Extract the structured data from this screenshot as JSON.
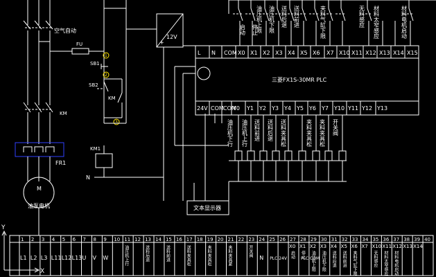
{
  "motor_circuit": {
    "air_switch_label": "空气自动",
    "contactor_label": "KM",
    "fuse_label": "FU",
    "fr_label": "FR1",
    "motor_symbol": "M",
    "motor_caption": "油泵电机"
  },
  "control_circuit": {
    "sb1_label": "SB1",
    "sb2_label": "SB2",
    "km_contact_label": "KM",
    "coil_label": "KM1",
    "neutral_label": "N",
    "node_1": "1",
    "node_2": "2",
    "node_3": "3"
  },
  "power_supply": {
    "label": "12V"
  },
  "plc": {
    "model": "三菱FX1S-30MR   PLC",
    "input_terminals": [
      "L",
      "N",
      "COM",
      "X0",
      "X1",
      "X2",
      "X3",
      "X4",
      "X5",
      "X6",
      "X7",
      "X10",
      "X11",
      "X12",
      "X13",
      "X14",
      "X15"
    ],
    "output_terminals": [
      "24V",
      "COM",
      "COM",
      "Y0",
      "Y1",
      "Y2",
      "Y3",
      "Y4",
      "Y5",
      "Y6",
      "Y7",
      "Y10",
      "Y11",
      "Y12",
      "Y13"
    ],
    "input_labels": [
      "启动",
      "停止",
      "油压机上限",
      "油压机下限",
      "送料后退",
      "送料前进",
      "夹料气缸下限",
      "",
      "无料感应",
      "材料太窄感应",
      "材料电机启动",
      ""
    ],
    "output_labels": [
      "油压机下行",
      "油压机上行",
      "送料前进",
      "送料后退",
      "送料夹具松",
      "夹料夹具松",
      "夹料夹具松",
      "开关阀"
    ],
    "display_label": "文本显示器"
  },
  "footer": {
    "column_numbers": [
      "1",
      "2",
      "3",
      "4",
      "5",
      "6",
      "7",
      "8",
      "9",
      "10",
      "11",
      "12",
      "13",
      "14",
      "15",
      "16",
      "17",
      "18",
      "19",
      "20",
      "21",
      "22",
      "23",
      "24",
      "25",
      "26",
      "27",
      "28",
      "29",
      "30",
      "31",
      "32",
      "33",
      "34",
      "35",
      "36",
      "37",
      "38",
      "39",
      "40"
    ],
    "main_terminals": [
      "L1",
      "L2",
      "L3",
      "L11",
      "L12",
      "L13",
      "U",
      "V",
      "W"
    ],
    "groups": [
      {
        "text": "油压机上行"
      },
      {
        "text": "送料后退"
      },
      {
        "text": "送料前进"
      },
      {
        "text": "送料夹具松"
      },
      {
        "text": "夹料夹具松"
      },
      {
        "text": "夹料夹具紧"
      },
      {
        "text": "开关阀"
      },
      {
        "text": "N"
      },
      {
        "text": "PLC 24V"
      },
      {
        "text": "PLC COM"
      }
    ],
    "x_terminals": [
      "X0",
      "X1",
      "X2",
      "X3",
      "X4",
      "X5",
      "X6",
      "X7",
      "X10",
      "X11",
      "X12",
      "X13",
      "X14"
    ],
    "x_descriptions": [
      "启动",
      "停止",
      "油压机上限",
      "油压机下限",
      "送料后退",
      "送料前进",
      "夹料气缸下限",
      "无料感应",
      "材料太窄感应",
      "材料电机启动"
    ],
    "axis_y": "Y",
    "axis_x": "X"
  }
}
